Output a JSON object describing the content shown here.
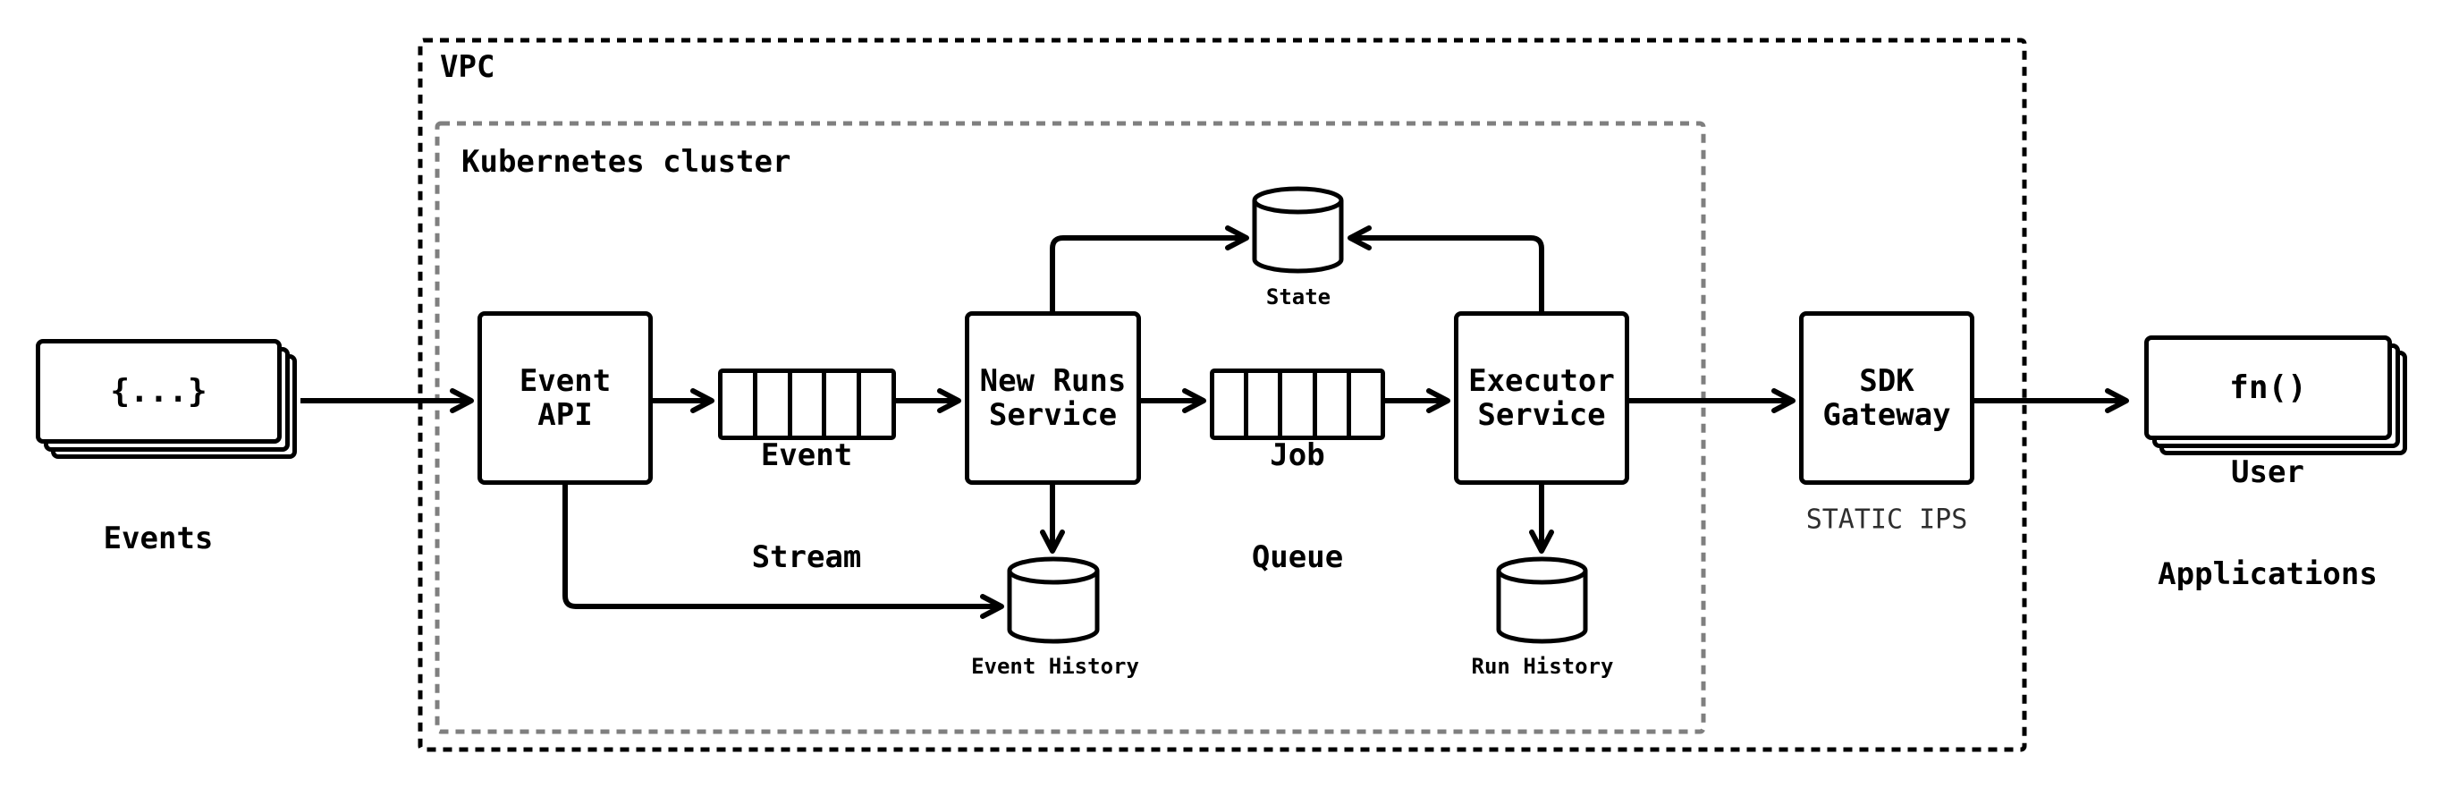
{
  "containers": {
    "vpc": {
      "label": "VPC"
    },
    "kubernetes": {
      "label": "Kubernetes cluster"
    }
  },
  "nodes": {
    "events": {
      "icon_text": "{...}",
      "label": "Events"
    },
    "event_api": {
      "line1": "Event",
      "line2": "API"
    },
    "event_stream": {
      "line1": "Event",
      "line2": "Stream"
    },
    "new_runs_service": {
      "line1": "New Runs",
      "line2": "Service"
    },
    "state_db": {
      "label": "State"
    },
    "job_queue": {
      "line1": "Job",
      "line2": "Queue"
    },
    "executor_service": {
      "line1": "Executor",
      "line2": "Service"
    },
    "event_history_db": {
      "label": "Event History"
    },
    "run_history_db": {
      "label": "Run History"
    },
    "sdk_gateway": {
      "line1": "SDK",
      "line2": "Gateway",
      "subtitle": "STATIC IPS"
    },
    "user_applications": {
      "icon_text": "fn()",
      "label_line1": "User",
      "label_line2": "Applications"
    }
  },
  "edges": [
    {
      "from": "events",
      "to": "event_api"
    },
    {
      "from": "event_api",
      "to": "event_stream"
    },
    {
      "from": "event_stream",
      "to": "new_runs_service"
    },
    {
      "from": "new_runs_service",
      "to": "job_queue"
    },
    {
      "from": "job_queue",
      "to": "executor_service"
    },
    {
      "from": "new_runs_service",
      "to": "state_db"
    },
    {
      "from": "executor_service",
      "to": "state_db"
    },
    {
      "from": "event_api",
      "to": "event_history_db"
    },
    {
      "from": "new_runs_service",
      "to": "event_history_db"
    },
    {
      "from": "executor_service",
      "to": "run_history_db"
    },
    {
      "from": "executor_service",
      "to": "sdk_gateway"
    },
    {
      "from": "sdk_gateway",
      "to": "user_applications"
    }
  ],
  "colors": {
    "line": "#000000",
    "k8s_border": "#7f7f7f",
    "background": "#ffffff",
    "text": "#000000",
    "subtitle_text": "#2e2e2e"
  }
}
